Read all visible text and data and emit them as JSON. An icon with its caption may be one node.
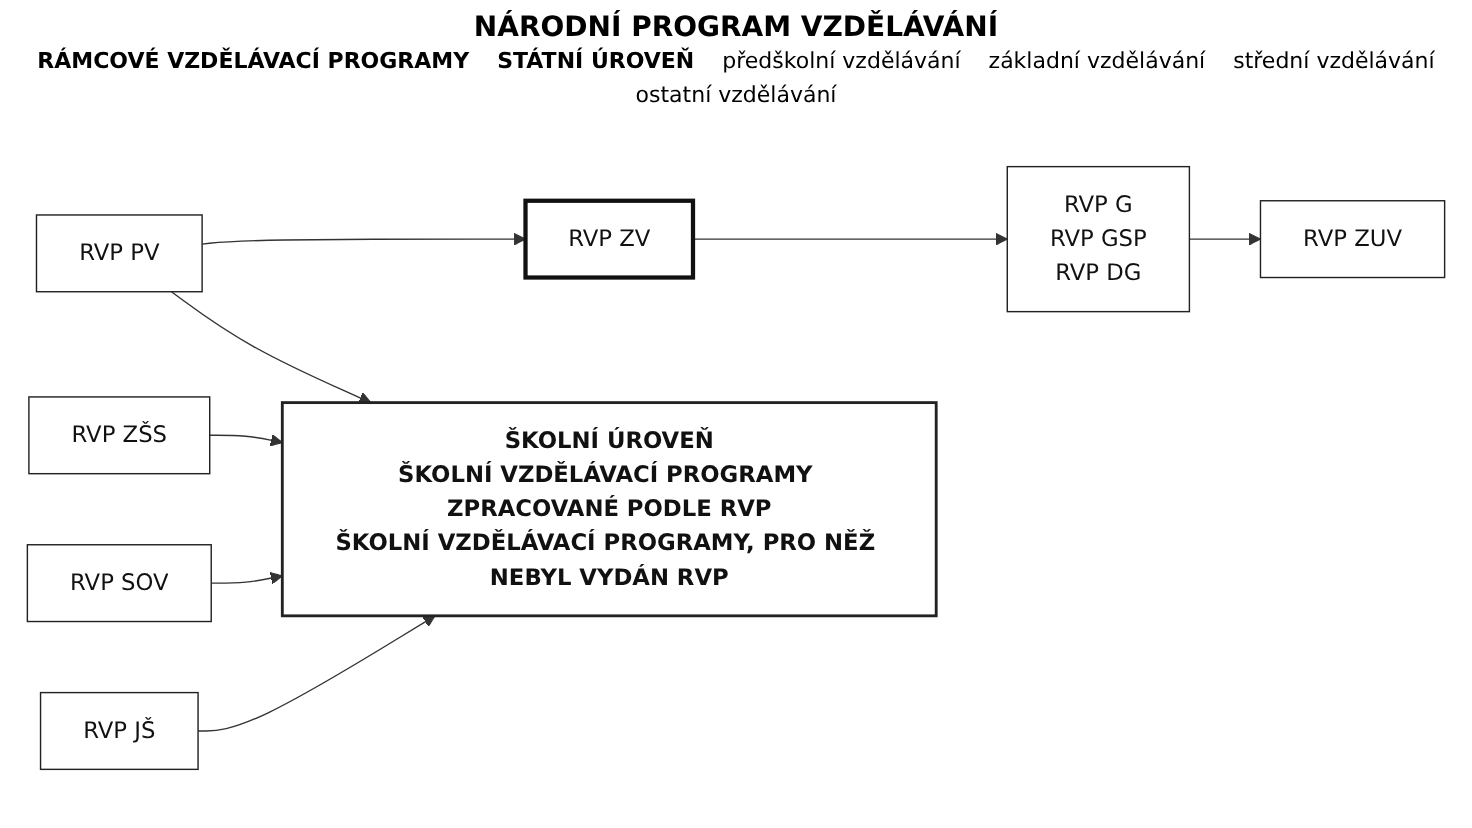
{
  "diagram": {
    "title": "NÁRODNÍ PROGRAM VZDĚLÁVÁNÍ",
    "nodes": [
      {
        "text": [
          "RVP PV"
        ]
      },
      {
        "text": [
          "RVP ZV"
        ]
      },
      {
        "text": [
          "RVP G",
          "RVP GSP",
          "RVP DG"
        ]
      },
      {
        "text": [
          "RVP ZUV"
        ]
      },
      {
        "text": [
          "RVP ZŠS"
        ]
      },
      {
        "text": [
          "RVP SOV"
        ]
      },
      {
        "text": [
          "RVP JŠ"
        ]
      },
      {
        "text": [
          "ŠKOLNÍ ÚROVEŇ",
          "ŠKOLNÍ VZDĚLÁVACÍ PROGRAMY ZPRACOVANÉ PODLE RVP",
          "ŠKOLNÍ VZDĚLÁVACÍ PROGRAMY, PRO NĚŽ NEBYL VYDÁN RVP"
        ]
      }
    ],
    "edges": [
      {
        "from": 0,
        "to": 1,
        "arrow": "to"
      },
      {
        "from": 1,
        "to": 2,
        "arrow": "to"
      },
      {
        "from": 2,
        "to": 3,
        "arrow": "to"
      },
      {
        "from": 0,
        "to": 7,
        "arrow": "to"
      },
      {
        "from": 4,
        "to": 7,
        "arrow": "to"
      },
      {
        "from": 5,
        "to": 7,
        "arrow": "to"
      },
      {
        "from": 6,
        "to": 7,
        "arrow": "to"
      }
    ],
    "labels": [
      "RÁMCOVÉ VZDĚLÁVACÍ PROGRAMY",
      "STÁTNÍ ÚROVEŇ",
      "předškolní vzdělávání",
      "základní vzdělávání",
      "střední vzdělávání",
      "ostatní vzdělávání"
    ]
  }
}
